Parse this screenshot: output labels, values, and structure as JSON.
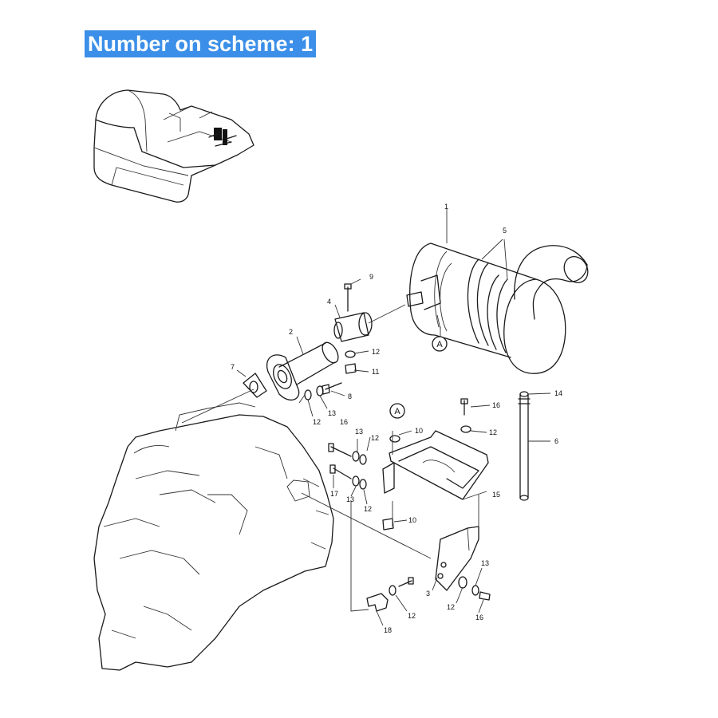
{
  "banner": {
    "prefix": "Number on scheme:",
    "number": "1",
    "background": "#3b8fe8",
    "text_color": "#ffffff"
  },
  "diagram": {
    "ref_marks": [
      "A",
      "A"
    ],
    "labels": [
      "1",
      "5",
      "9",
      "4",
      "2",
      "12",
      "11",
      "7",
      "8",
      "12",
      "13",
      "14",
      "6",
      "16",
      "12",
      "10",
      "15",
      "16",
      "13",
      "12",
      "17",
      "13",
      "12",
      "10",
      "13",
      "3",
      "12",
      "16",
      "12",
      "18"
    ]
  }
}
